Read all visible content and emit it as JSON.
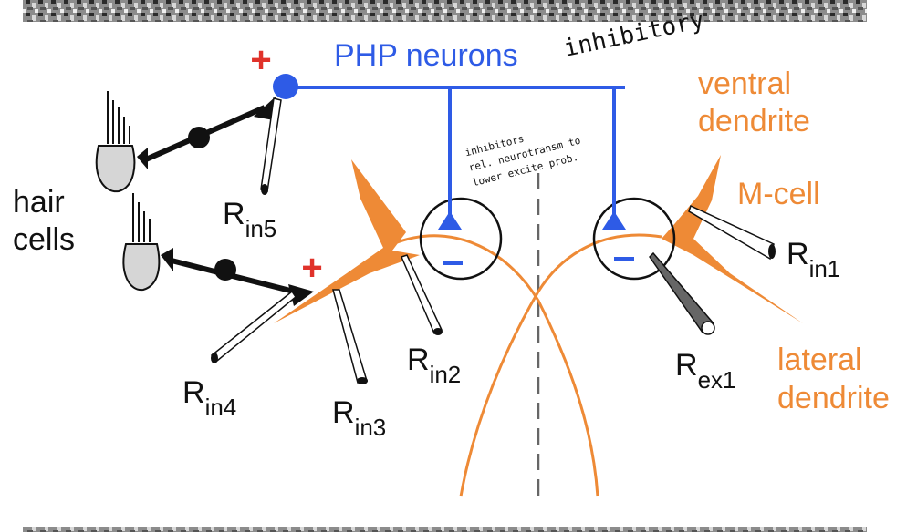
{
  "labels": {
    "php_neurons": "PHP neurons",
    "inhibitory_note": "inhibitory",
    "ventral": "ventral",
    "dendrite_ventral": "dendrite",
    "mcell": "M-cell",
    "lateral": "lateral",
    "dendrite_lateral": "dendrite",
    "hair": "hair",
    "cells": "cells",
    "plus": "+",
    "minus": "−"
  },
  "resistances": {
    "rin1": {
      "main": "R",
      "sub": "in1"
    },
    "rin2": {
      "main": "R",
      "sub": "in2"
    },
    "rin3": {
      "main": "R",
      "sub": "in3"
    },
    "rin4": {
      "main": "R",
      "sub": "in4"
    },
    "rin5": {
      "main": "R",
      "sub": "in5"
    },
    "rex1": {
      "main": "R",
      "sub": "ex1"
    }
  },
  "handwritten_annotation": {
    "line1": "inhibitors",
    "line2": "rel. neurotransm to",
    "line3": "lower excite prob."
  },
  "colors": {
    "orange": "#ee8a36",
    "blue": "#2e5be6",
    "red": "#e0322a",
    "black": "#111111"
  }
}
